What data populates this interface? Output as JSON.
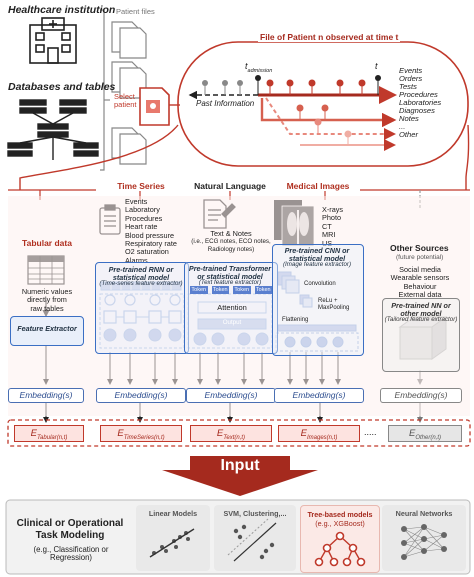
{
  "header": {
    "healthcare_institution": "Healthcare institution",
    "databases_and_tables": "Databases and tables",
    "patient_files": "Patient files",
    "select_patient": "Select patient",
    "file_of_patient": "File of Patient n observed at time t",
    "t_admission": "t",
    "t_admission_sub": "admission",
    "t_label": "t",
    "past_information": "Past Information",
    "event_types": [
      "Events",
      "Orders",
      "Tests",
      "Procedures",
      "Laboratories",
      "Diagnoses",
      "Notes",
      "...",
      "Other"
    ]
  },
  "modalities": {
    "tabular": {
      "title": "Tabular data",
      "desc": [
        "Numeric values",
        "directly from",
        "raw tables"
      ],
      "extractor": "Feature Extractor"
    },
    "timeseries": {
      "title": "Time Series",
      "items": [
        "Events",
        "Laboratory",
        "Procedures",
        "Heart rate",
        "Blood pressure",
        "Respiratory rate",
        "O2 saturation",
        "Alarms"
      ],
      "model": "Pre-trained RNN or statistical model",
      "model_sub": "(Time-series feature extractor)"
    },
    "nlp": {
      "title": "Natural Language",
      "items": [
        "Text & Notes"
      ],
      "items_sub": [
        "(i.e., ECG notes, ECO notes,",
        "Radiology notes)"
      ],
      "model": "Pre-trained Transformer or statistical model",
      "model_sub": "(Text feature extractor)",
      "token": "Token",
      "attention": "Attention",
      "output": "Output"
    },
    "images": {
      "title": "Medical Images",
      "items": [
        "X-rays",
        "Photo",
        "CT",
        "MRI",
        "US"
      ],
      "model": "Pre-trained CNN or statistical model",
      "model_sub": "(Image feature extractor)",
      "convolution": "Convolution",
      "relu": "ReLu +",
      "maxpool": "MaxPooling",
      "flattening": "Flattening"
    },
    "other": {
      "title": "Other Sources",
      "title_sub": "(future potential)",
      "items": [
        "Social media",
        "Wearable sensors",
        "Behaviour",
        "External data"
      ],
      "model": "Pre-trained NN or other model",
      "model_sub": "(Tailored feature extractor)"
    }
  },
  "embeddings": {
    "label": "Embedding(s)",
    "e_letter": "E",
    "subs": [
      "Tabular(n,t)",
      "TimeSeries(n,t)",
      "Text(n,t)",
      "Images(n,t)",
      "Other(n,t)"
    ],
    "dots": "....."
  },
  "input_label": "Input",
  "task": {
    "title": "Clinical or Operational Task Modeling",
    "subtitle": "(e.g., Classification or Regression)",
    "models": [
      {
        "label": "Linear Models",
        "sub": ""
      },
      {
        "label": "SVM, Clustering,...",
        "sub": ""
      },
      {
        "label": "Tree-based models",
        "sub": "(e.g., XGBoost)"
      },
      {
        "label": "Neural Networks",
        "sub": ""
      }
    ]
  },
  "colors": {
    "accent_red": "#c0392b",
    "accent_blue": "#3b6fc4",
    "grey": "#888888"
  }
}
